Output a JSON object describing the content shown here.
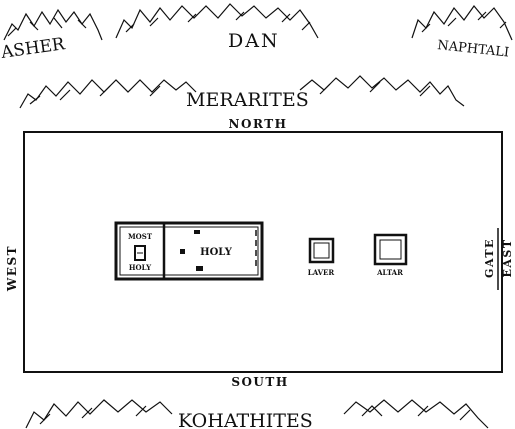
{
  "camps": {
    "asher": "ASHER",
    "dan": "DAN",
    "naphtali": "NAPHTALI",
    "merarites": "MERARITES",
    "kohathites": "KOHATHITES"
  },
  "directions": {
    "north": "NORTH",
    "south": "SOUTH",
    "west": "WEST",
    "east": "EAST",
    "gate": "GATE"
  },
  "tabernacle": {
    "most_holy_top": "MOST",
    "most_holy_bottom": "HOLY",
    "holy": "HOLY"
  },
  "furnishings": {
    "laver": "LAVER",
    "altar": "ALTAR"
  },
  "colors": {
    "ink": "#111111",
    "paper": "#ffffff"
  }
}
